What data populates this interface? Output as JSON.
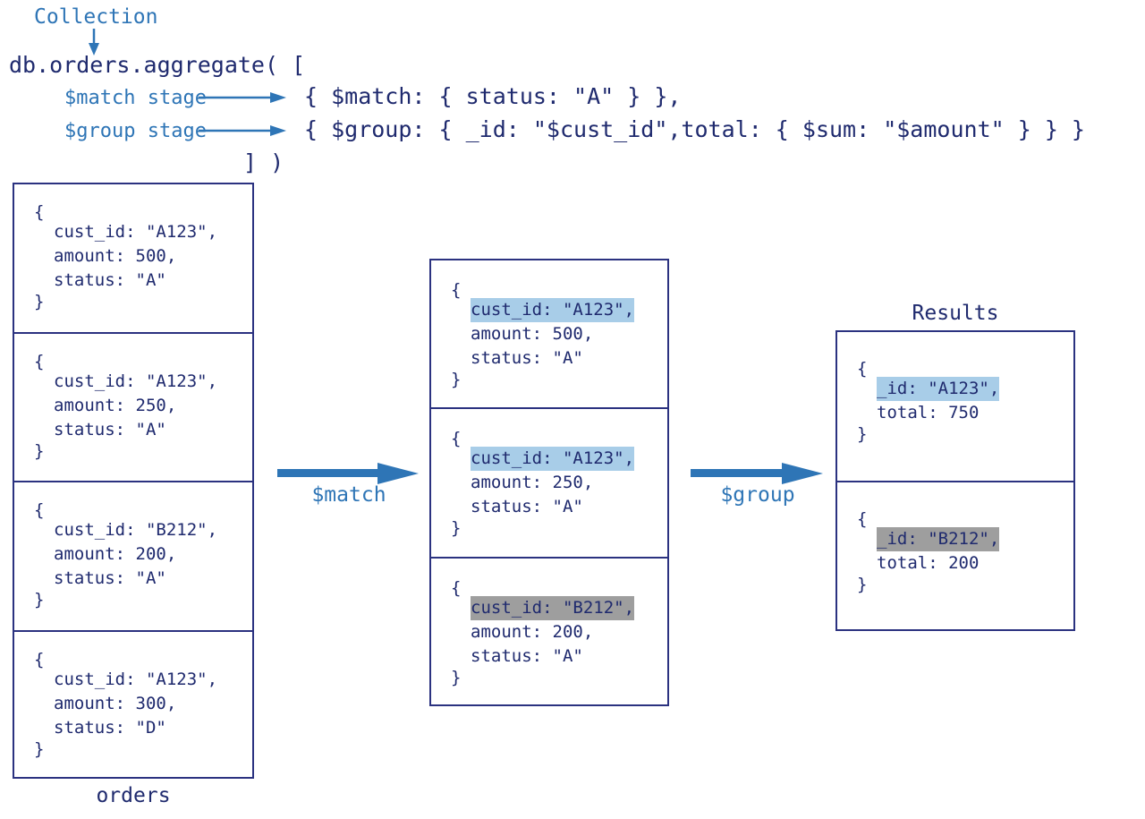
{
  "diagram": {
    "title": "MongoDB aggregation pipeline ($match then $group)",
    "colors": {
      "text_navy": "#1f2a6e",
      "accent_blue": "#2e75b6",
      "border_navy": "#2b3280",
      "highlight_blue": "#a8cde8",
      "highlight_gray": "#9e9e9e"
    }
  },
  "code": {
    "collection_label": "Collection",
    "line1": "db.orders.aggregate( [",
    "line2": "{ $match: { status: \"A\" } },",
    "line3": "{ $group: { _id: \"$cust_id\",total: { $sum: \"$amount\" } } }",
    "line4": "] )",
    "match_stage_label": "$match stage",
    "group_stage_label": "$group stage"
  },
  "orders": {
    "caption": "orders",
    "documents": [
      {
        "open": "{",
        "cust_id": "cust_id: \"A123\",",
        "amount": "amount: 500,",
        "status": "status: \"A\"",
        "close": "}",
        "highlight": "none"
      },
      {
        "open": "{",
        "cust_id": "cust_id: \"A123\",",
        "amount": "amount: 250,",
        "status": "status: \"A\"",
        "close": "}",
        "highlight": "none"
      },
      {
        "open": "{",
        "cust_id": "cust_id: \"B212\",",
        "amount": "amount: 200,",
        "status": "status: \"A\"",
        "close": "}",
        "highlight": "none"
      },
      {
        "open": "{",
        "cust_id": "cust_id: \"A123\",",
        "amount": "amount: 300,",
        "status": "status: \"D\"",
        "close": "}",
        "highlight": "none"
      }
    ]
  },
  "matched": {
    "documents": [
      {
        "open": "{",
        "cust_id": "cust_id: \"A123\",",
        "amount": "amount: 500,",
        "status": "status: \"A\"",
        "close": "}",
        "highlight": "blue"
      },
      {
        "open": "{",
        "cust_id": "cust_id: \"A123\",",
        "amount": "amount: 250,",
        "status": "status: \"A\"",
        "close": "}",
        "highlight": "blue"
      },
      {
        "open": "{",
        "cust_id": "cust_id: \"B212\",",
        "amount": "amount: 200,",
        "status": "status: \"A\"",
        "close": "}",
        "highlight": "gray"
      }
    ]
  },
  "results": {
    "caption": "Results",
    "documents": [
      {
        "open": "{",
        "id": "_id: \"A123\",",
        "total": "total: 750",
        "close": "}",
        "highlight": "blue"
      },
      {
        "open": "{",
        "id": "_id: \"B212\",",
        "total": "total: 200",
        "close": "}",
        "highlight": "gray"
      }
    ]
  },
  "arrows": {
    "match_label": "$match",
    "group_label": "$group"
  }
}
